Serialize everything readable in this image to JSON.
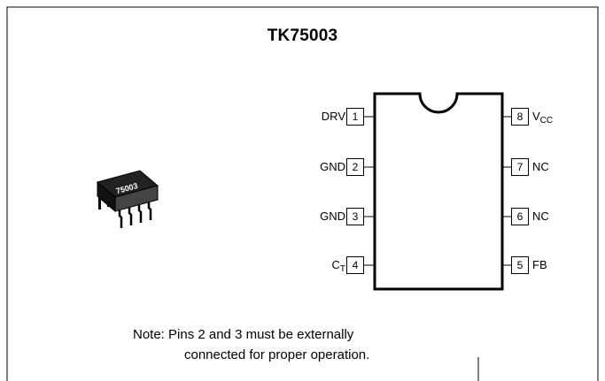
{
  "title": "TK75003",
  "package_marking": "75003",
  "pins_left": [
    {
      "number": "1",
      "name": "DRV",
      "sub": ""
    },
    {
      "number": "2",
      "name": "GND",
      "sub": ""
    },
    {
      "number": "3",
      "name": "GND",
      "sub": ""
    },
    {
      "number": "4",
      "name": "C",
      "sub": "T"
    }
  ],
  "pins_right": [
    {
      "number": "8",
      "name": "V",
      "sub": "CC"
    },
    {
      "number": "7",
      "name": "NC",
      "sub": ""
    },
    {
      "number": "6",
      "name": "NC",
      "sub": ""
    },
    {
      "number": "5",
      "name": "FB",
      "sub": ""
    }
  ],
  "note": {
    "line1": "Note: Pins 2 and 3 must be externally",
    "line2": "connected for proper operation."
  }
}
